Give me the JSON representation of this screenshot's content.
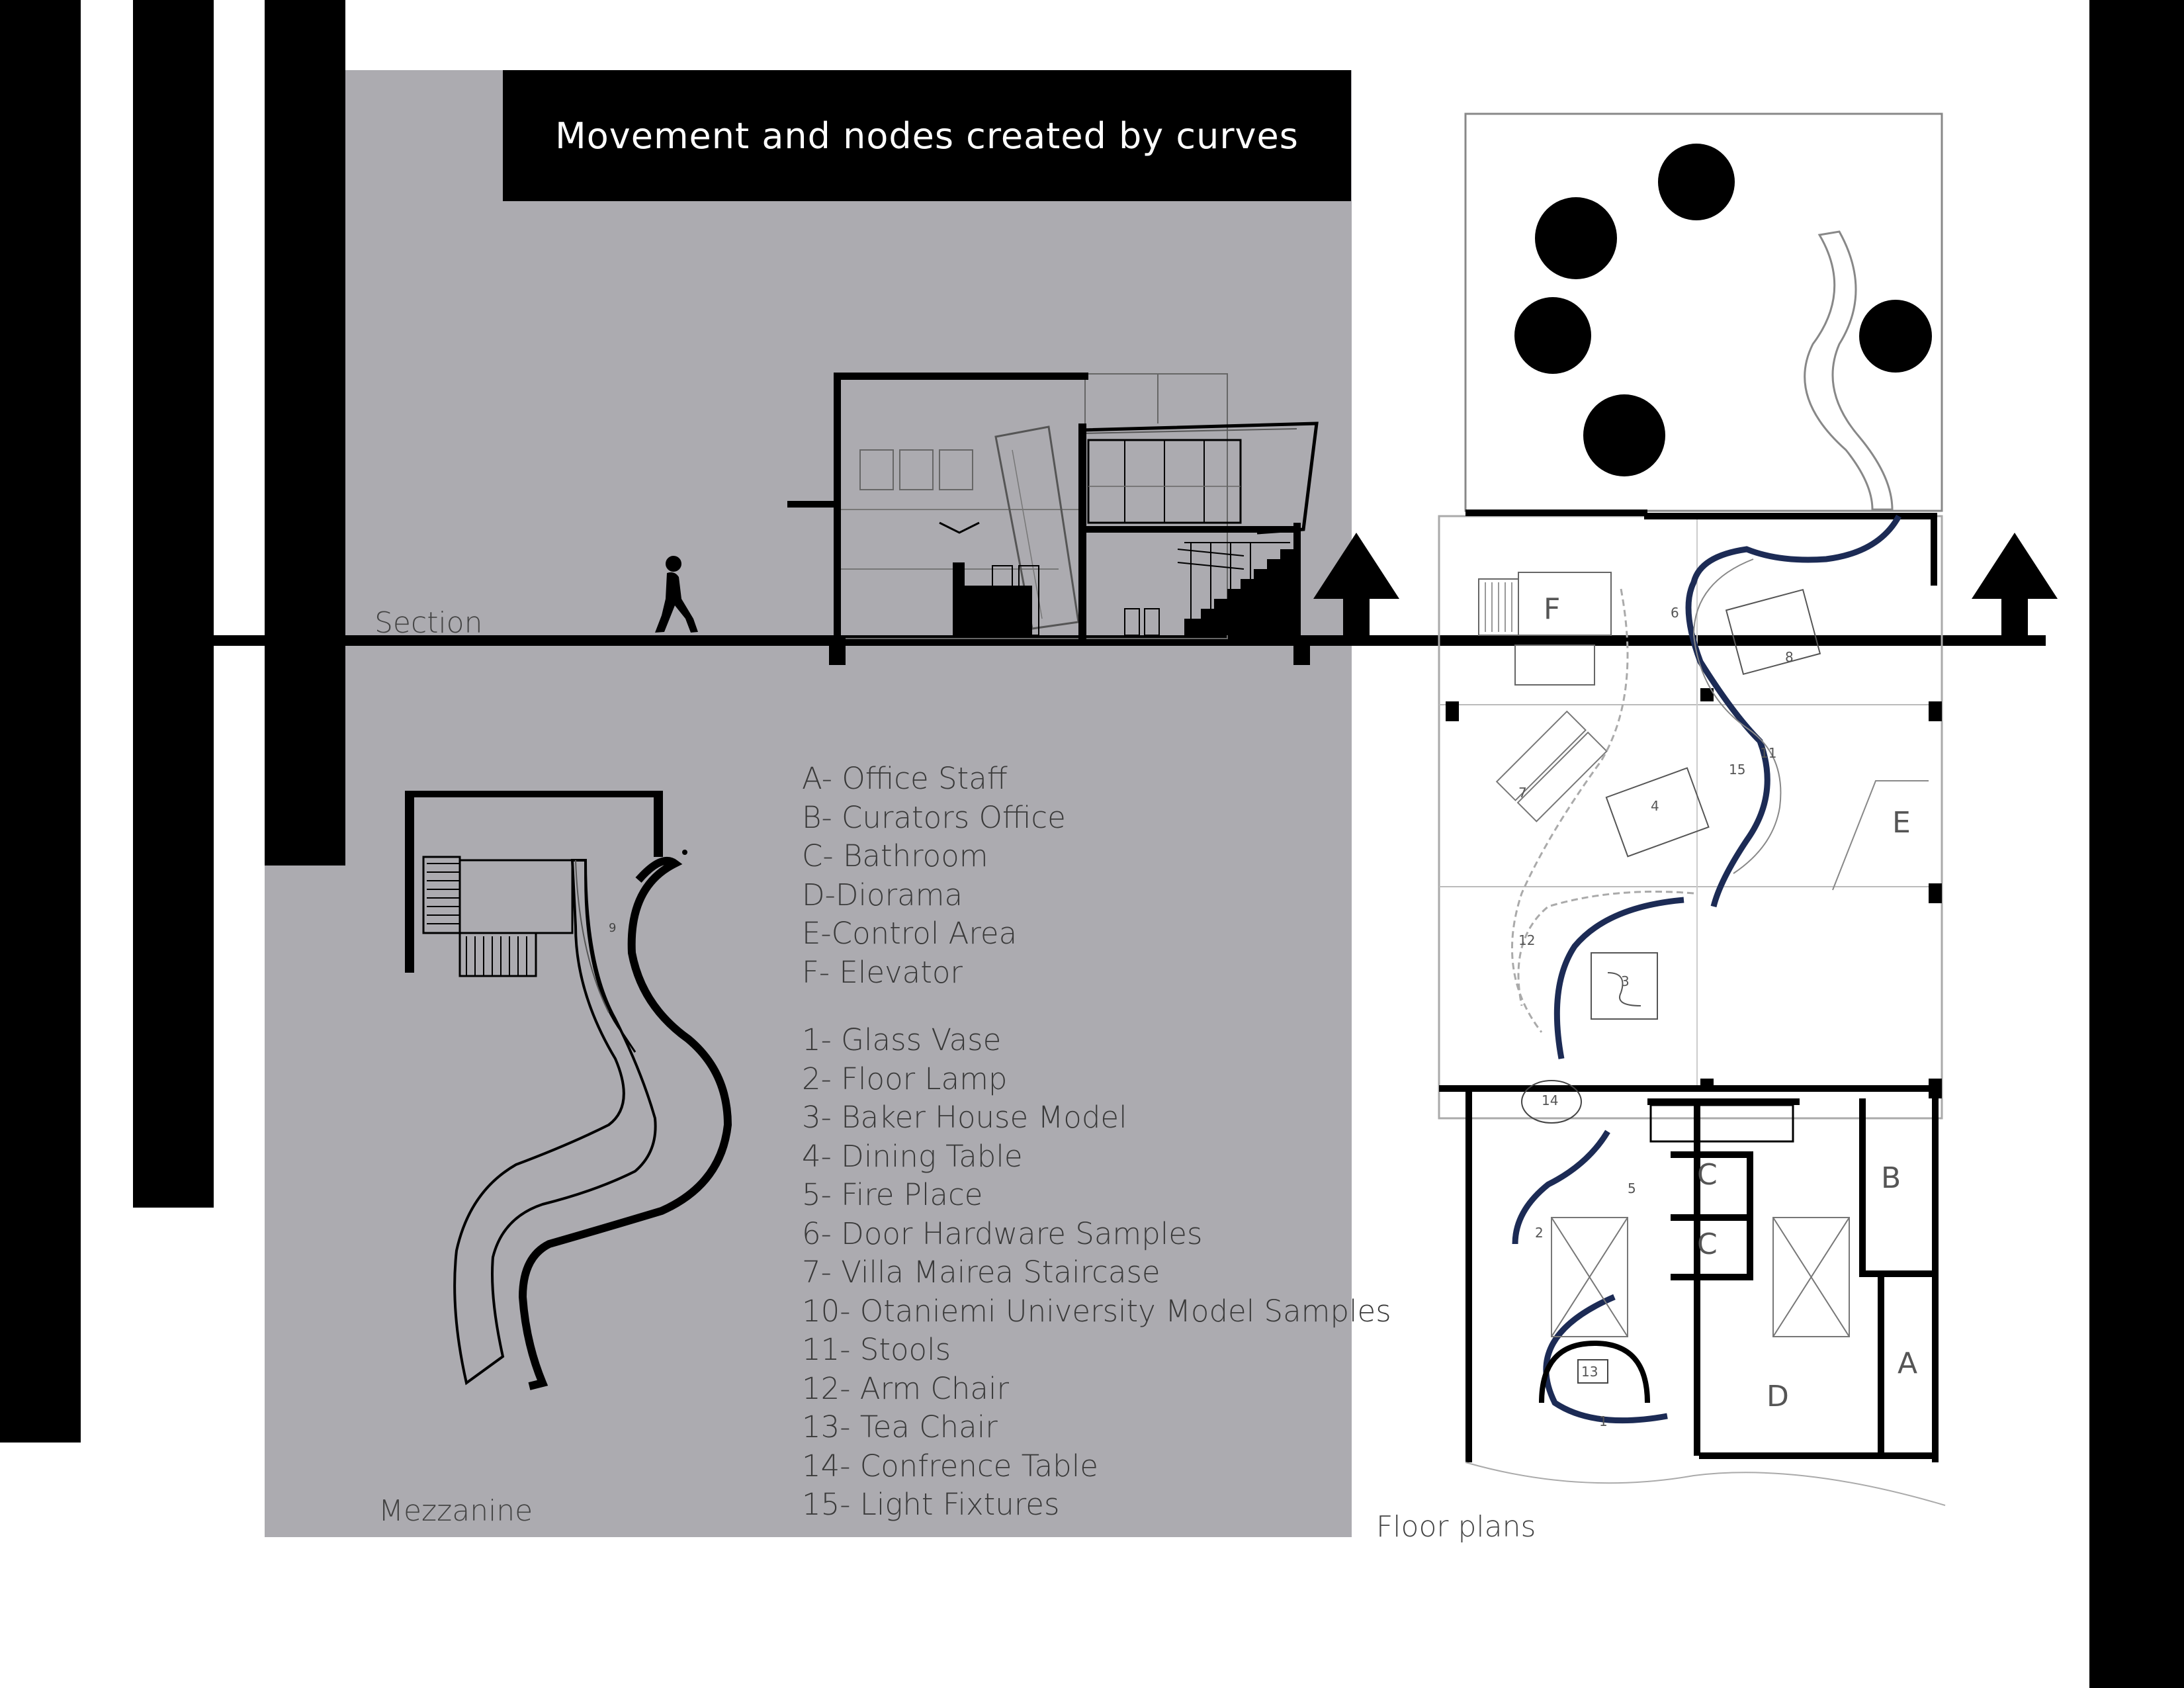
{
  "title": "Movement and nodes created by curves",
  "captions": {
    "section": "Section",
    "mezzanine": "Mezzanine",
    "floor_plans": "Floor plans"
  },
  "legend": {
    "letters": [
      "A- Office Staff",
      "B- Curators Office",
      "C- Bathroom",
      "D-Diorama",
      "E-Control Area",
      "F- Elevator"
    ],
    "numbers": [
      "1- Glass Vase",
      "2- Floor Lamp",
      "3- Baker House Model",
      "4- Dining Table",
      "5- Fire Place",
      "6- Door Hardware Samples",
      "7- Villa Mairea Staircase",
      "10- Otaniemi University Model Samples",
      "11- Stools",
      "12- Arm Chair",
      "13- Tea Chair",
      "14- Confrence Table",
      "15- Light Fixtures"
    ]
  },
  "plan_labels": {
    "mezz_9": "9",
    "F": "F",
    "E": "E",
    "C1": "C",
    "C2": "C",
    "B": "B",
    "A": "A",
    "D": "D",
    "n1": "1",
    "n2": "2",
    "n3": "3",
    "n4": "4",
    "n5": "5",
    "n6": "6",
    "n7": "7",
    "n8": "8",
    "n11": "11",
    "n12": "12",
    "n13": "13",
    "n14": "14",
    "n15": "15"
  },
  "colors": {
    "background": "#ffffff",
    "panel": "#acabb0",
    "ink": "#000000",
    "curve_accent": "#1c2b55"
  }
}
